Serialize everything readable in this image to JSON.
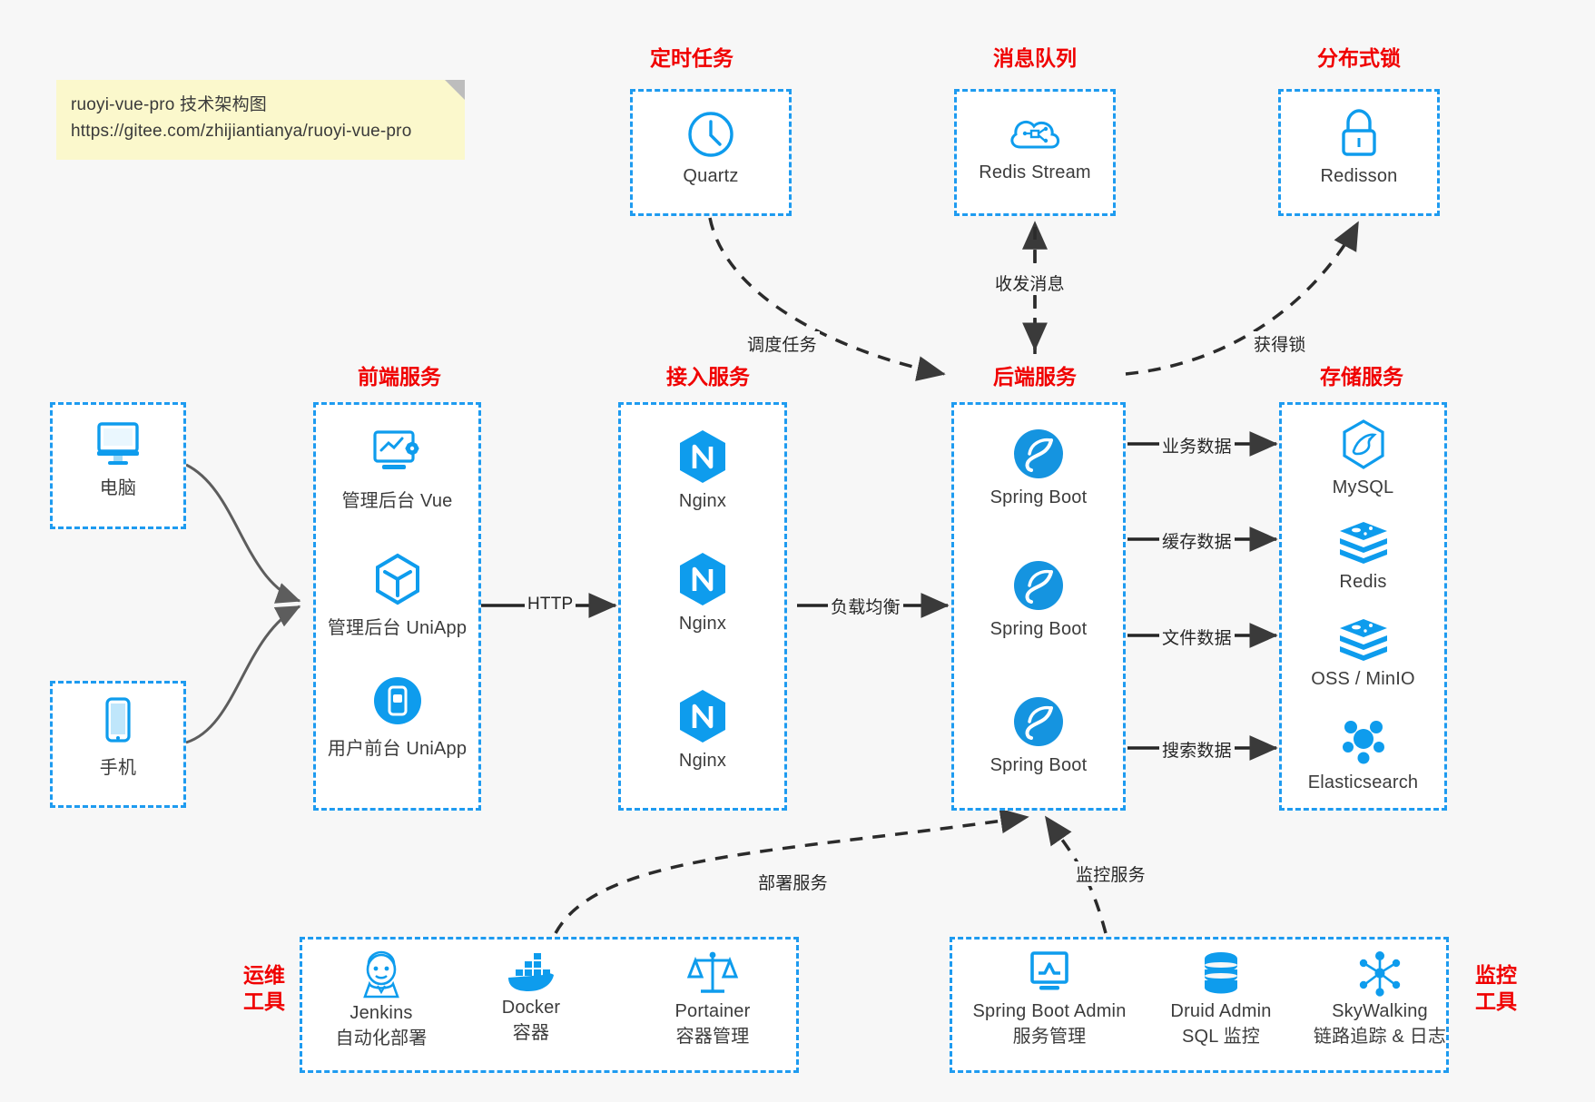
{
  "note": {
    "line1": "ruoyi-vue-pro 技术架构图",
    "line2": "https://gitee.com/zhijiantianya/ruoyi-vue-pro"
  },
  "colors": {
    "accent": "#1e9bf0",
    "group_title": "#f00000",
    "icon": "#0e9ced",
    "edge": "#262626",
    "background": "#f7f7f7",
    "note_bg": "#fbf8cc"
  },
  "groups": {
    "scheduled_task": {
      "title": "定时任务"
    },
    "message_queue": {
      "title": "消息队列"
    },
    "distributed_lock": {
      "title": "分布式锁"
    },
    "frontend": {
      "title": "前端服务"
    },
    "gateway": {
      "title": "接入服务"
    },
    "backend": {
      "title": "后端服务"
    },
    "storage": {
      "title": "存储服务"
    },
    "ops": {
      "title_line1": "运维",
      "title_line2": "工具"
    },
    "monitor": {
      "title_line1": "监控",
      "title_line2": "工具"
    }
  },
  "clients": [
    {
      "label": "电脑",
      "icon": "desktop-icon"
    },
    {
      "label": "手机",
      "icon": "phone-icon"
    }
  ],
  "scheduled_task_nodes": [
    {
      "label": "Quartz",
      "icon": "clock-icon"
    }
  ],
  "message_queue_nodes": [
    {
      "label": "Redis Stream",
      "icon": "cloud-stream-icon"
    }
  ],
  "distributed_lock_nodes": [
    {
      "label": "Redisson",
      "icon": "lock-icon"
    }
  ],
  "frontend_nodes": [
    {
      "label": "管理后台 Vue",
      "icon": "monitor-settings-icon"
    },
    {
      "label": "管理后台 UniApp",
      "icon": "cube-icon"
    },
    {
      "label": "用户前台 UniApp",
      "icon": "mobile-app-icon"
    }
  ],
  "gateway_nodes": [
    {
      "label": "Nginx",
      "icon": "nginx-icon"
    },
    {
      "label": "Nginx",
      "icon": "nginx-icon"
    },
    {
      "label": "Nginx",
      "icon": "nginx-icon"
    }
  ],
  "backend_nodes": [
    {
      "label": "Spring Boot",
      "icon": "spring-boot-icon"
    },
    {
      "label": "Spring Boot",
      "icon": "spring-boot-icon"
    },
    {
      "label": "Spring Boot",
      "icon": "spring-boot-icon"
    }
  ],
  "storage_nodes": [
    {
      "label": "MySQL",
      "icon": "mysql-icon"
    },
    {
      "label": "Redis",
      "icon": "redis-icon"
    },
    {
      "label": "OSS / MinIO",
      "icon": "oss-minio-icon"
    },
    {
      "label": "Elasticsearch",
      "icon": "elasticsearch-icon"
    }
  ],
  "ops_nodes": [
    {
      "name": "Jenkins",
      "desc": "自动化部署",
      "icon": "jenkins-icon"
    },
    {
      "name": "Docker",
      "desc": "容器",
      "icon": "docker-icon"
    },
    {
      "name": "Portainer",
      "desc": "容器管理",
      "icon": "portainer-icon"
    }
  ],
  "monitor_nodes": [
    {
      "name": "Spring Boot Admin",
      "desc": "服务管理",
      "icon": "monitor-chart-icon"
    },
    {
      "name": "Druid Admin",
      "desc": "SQL 监控",
      "icon": "database-icon"
    },
    {
      "name": "SkyWalking",
      "desc": "链路追踪 & 日志",
      "icon": "skywalking-icon"
    }
  ],
  "edge_labels": {
    "http": "HTTP",
    "load_balance": "负载均衡",
    "schedule_task": "调度任务",
    "send_receive_message": "收发消息",
    "acquire_lock": "获得锁",
    "business_data": "业务数据",
    "cache_data": "缓存数据",
    "file_data": "文件数据",
    "search_data": "搜索数据",
    "deploy_service": "部署服务",
    "monitor_service": "监控服务"
  }
}
